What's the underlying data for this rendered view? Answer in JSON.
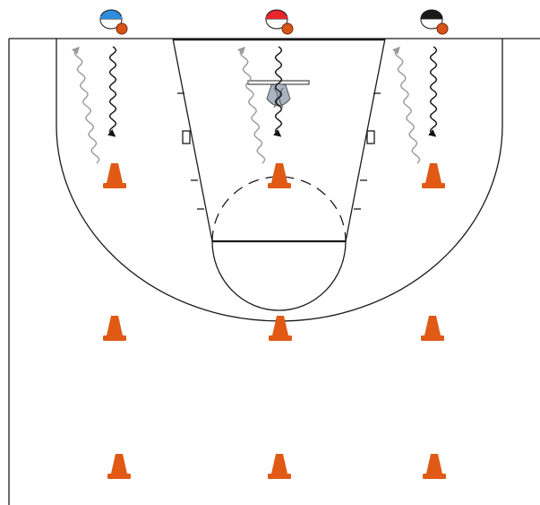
{
  "diagram": {
    "players": [
      {
        "lane": "left",
        "cap_color": "#2f8ddb",
        "ball_color": "#d4541a"
      },
      {
        "lane": "center",
        "cap_color": "#e8262c",
        "ball_color": "#d4541a"
      },
      {
        "lane": "right",
        "cap_color": "#1a1a1a",
        "ball_color": "#d4541a"
      }
    ],
    "cone_rows": 3,
    "cones_per_row": 3,
    "cone_color": "#e05a16",
    "dribble_path_color": "#111111",
    "cut_path_color": "#9a9a9a",
    "ball_at_basket": true,
    "court_line_color": "#1a1a1a"
  }
}
